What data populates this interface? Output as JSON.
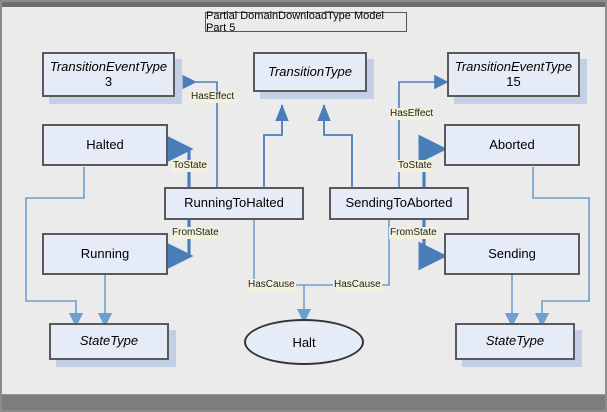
{
  "diagram": {
    "title": "Partial DomainDownloadType Model Part 5",
    "colors": {
      "canvas": "#ebebeb",
      "frame": "#8c8c8c",
      "node_fill": "#e6ecf7",
      "node_border": "#5a5a5a",
      "shadow": "#c3cfe4",
      "arrow_thick": "#4a7ebb",
      "arrow_thin": "#6f9fd0",
      "label_bg": "#f2f1dc"
    },
    "nodes": [
      {
        "id": "transitionEventType3",
        "label": "TransitionEventType",
        "sub": "3",
        "style": "italic-type"
      },
      {
        "id": "transitionType",
        "label": "TransitionType",
        "sub": "",
        "style": "italic-type"
      },
      {
        "id": "transitionEventType15",
        "label": "TransitionEventType",
        "sub": "15",
        "style": "italic-type"
      },
      {
        "id": "halted",
        "label": "Halted",
        "sub": "",
        "style": "instance"
      },
      {
        "id": "aborted",
        "label": "Aborted",
        "sub": "",
        "style": "instance"
      },
      {
        "id": "runningToHalted",
        "label": "RunningToHalted",
        "sub": "",
        "style": "instance"
      },
      {
        "id": "sendingToAborted",
        "label": "SendingToAborted",
        "sub": "",
        "style": "instance"
      },
      {
        "id": "running",
        "label": "Running",
        "sub": "",
        "style": "instance"
      },
      {
        "id": "sending",
        "label": "Sending",
        "sub": "",
        "style": "instance"
      },
      {
        "id": "stateTypeLeft",
        "label": "StateType",
        "sub": "",
        "style": "italic-type"
      },
      {
        "id": "stateTypeRight",
        "label": "StateType",
        "sub": "",
        "style": "italic-type"
      },
      {
        "id": "halt",
        "label": "Halt",
        "sub": "",
        "style": "ellipse"
      }
    ],
    "edge_labels": {
      "has_effect_left": "HasEffect",
      "has_effect_right": "HasEffect",
      "to_state_left": "ToState",
      "to_state_right": "ToState",
      "from_state_left": "FromState",
      "from_state_right": "FromState",
      "has_cause_left": "HasCause",
      "has_cause_right": "HasCause"
    }
  }
}
